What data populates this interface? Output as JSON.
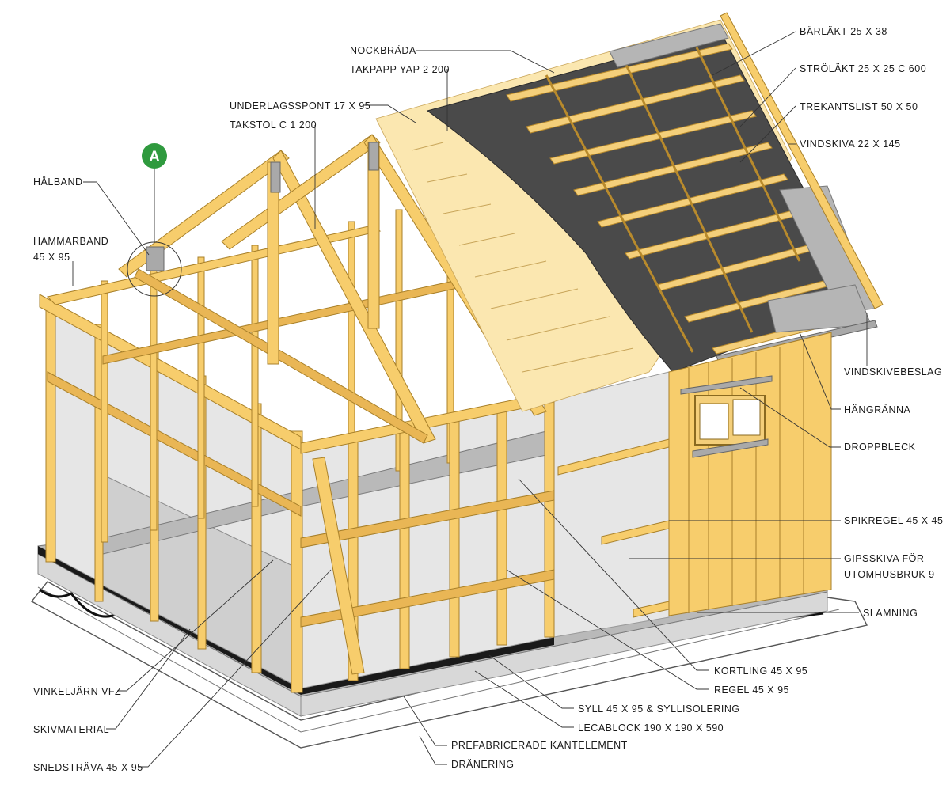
{
  "marker": {
    "letter": "A",
    "color": "#2f9a3e"
  },
  "labels": {
    "nockbrada": "NOCKBRÄDA",
    "takpapp": "TAKPAPP YAP 2 200",
    "underlagspont": "UNDERLAGSSPONT 17 X 95",
    "takstol": "TAKSTOL C 1 200",
    "halband": "HÅLBAND",
    "hammarband_1": "HAMMARBAND",
    "hammarband_2": "45 X 95",
    "barlakt": "BÄRLÄKT 25 X 38",
    "strolakt": "STRÖLÄKT 25 X 25 C 600",
    "trekantslist": "TREKANTSLIST 50 X 50",
    "vindskiva": "VINDSKIVA 22 X 145",
    "vindskivebeslag": "VINDSKIVEBESLAG",
    "hangranna": "HÄNGRÄNNA",
    "droppbleck": "DROPPBLECK",
    "spikregel": "SPIKREGEL 45 X 45",
    "gipsskiva_1": "GIPSSKIVA FÖR",
    "gipsskiva_2": "UTOMHUSBRUK 9",
    "slamning": "SLAMNING",
    "kortling": "KORTLING 45 X 95",
    "regel": "REGEL 45 X 95",
    "syll": "SYLL 45 X 95 & SYLLISOLERING",
    "lecablock": "LECABLOCK 190 X 190 X 590",
    "kantelement": "PREFABRICERADE KANTELEMENT",
    "dranering": "DRÄNERING",
    "vinkeljarn": "VINKELJÄRN VFZ",
    "skivmaterial": "SKIVMATERIAL",
    "snedstrava": "SNEDSTRÄVA 45 X 95"
  }
}
